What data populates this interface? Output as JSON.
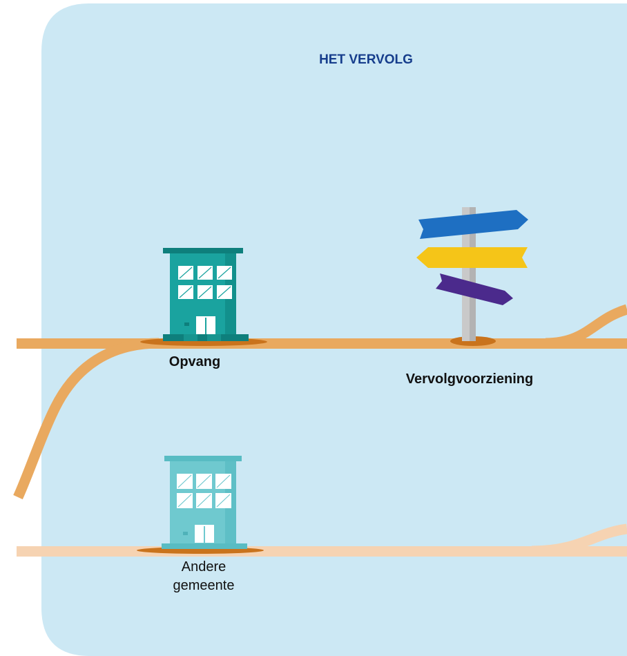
{
  "title": "HET VERVOLG",
  "nodes": {
    "opvang": "Opvang",
    "vervolg": "Vervolgvoorziening",
    "andere_line1": "Andere",
    "andere_line2": "gemeente"
  },
  "colors": {
    "panel_bg": "#cce8f4",
    "title": "#163d8c",
    "road_main": "#e9a95f",
    "road_light": "#f6d3b2",
    "building_dark": "#1aa39f",
    "building_light": "#6fc9cf",
    "sign_blue": "#1e6fc2",
    "sign_yellow": "#f5c518",
    "sign_purple": "#4b2a8c",
    "shadow": "#c9731c"
  },
  "icons": [
    "building-icon",
    "building-light-icon",
    "signpost-icon"
  ]
}
